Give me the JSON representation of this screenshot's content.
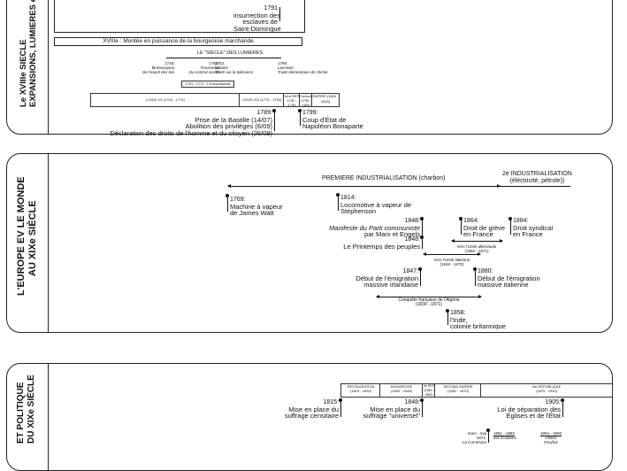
{
  "panel1": {
    "title_line1": "Le XVIIIe SIECLE",
    "title_line2": "EXPANSIONS, LUMIERES eET REV",
    "top_event": {
      "year": "1791",
      "lines": [
        "insurrection des",
        "esclaves de",
        "Saint-Domingue"
      ]
    },
    "bourgeoisie_bar": "XVIIIe : Montée en puissance de la bourgeoisie marchande",
    "lumieres_label": "LE \"SIÈCLE\" DES LUMIÈRES",
    "lumieres_items": [
      {
        "year": "1748:",
        "name": "Montesquieu",
        "work": "De l'esprit des lois"
      },
      {
        "year": "1762:",
        "name": "Rousseau",
        "work": "Du contrat social"
      },
      {
        "year": "1763:",
        "name": "Voltaire",
        "work": "Traité sur la tolérance"
      },
      {
        "year": "1789:",
        "name": "Lavoisier",
        "work": "Traité élémentaire de chimie"
      }
    ],
    "encyclopedie": "1751 - 1772 : L'Encyclopédie",
    "reigns": [
      {
        "label": "LOUIS XV (1715 - 1774)"
      },
      {
        "label": "LOUIS XVI (1774 - 1792)"
      },
      {
        "label": "1ère REP. 1792 - 1799"
      },
      {
        "label": "Consulat 1799 - 1804"
      },
      {
        "label": "EMPIRE (1804 - 1815)"
      }
    ],
    "event_1789": {
      "year": "1789:",
      "lines": [
        "Prise de la Bastille (14/07)",
        "Abolition des privilèges (6/09)",
        "Déclaration des droits de l'homme et du citoyen (26/09)"
      ]
    },
    "event_1799": {
      "year": "1799:",
      "lines": [
        "Coup d'État de",
        "Napoléon Bonaparte"
      ]
    }
  },
  "panel2": {
    "title_line1": "L'EUROPE EV LE MONDE",
    "title_line2": "AU XIXe SIÈCLE",
    "indus1": "PREMIERE INDUSTRIALISATION (charbon)",
    "indus2_line1": "2e INDUSTRIALISATION",
    "indus2_line2": "(éléctricité, pétrole))",
    "events": {
      "e1769": {
        "year": "1769:",
        "lines": [
          "Machine à vapeur",
          "de James Watt"
        ]
      },
      "e1814": {
        "year": "1814:",
        "lines": [
          "Locomotive à vapeur de",
          "Stephenson"
        ]
      },
      "e1848a": {
        "year": "1848:",
        "lines": [
          "Manifeste du Parti communiste",
          "par Marx et Engels"
        ]
      },
      "e1864": {
        "year": "1864:",
        "lines": [
          "Droit de grève",
          "en France"
        ]
      },
      "e1884": {
        "year": "1884:",
        "lines": [
          "Droit syndical",
          "en France"
        ]
      },
      "e1848b": {
        "year": "1848:",
        "lines": [
          "Le Printemps des peuples"
        ]
      },
      "e1847": {
        "year": "1847:",
        "lines": [
          "Début de l'émigration",
          "massive irlandaise"
        ]
      },
      "e1880": {
        "year": "1880:",
        "lines": [
          "Début de l'émigration",
          "massive italienne"
        ]
      },
      "e1858": {
        "year": "1858:",
        "lines": [
          "l'Inde,",
          "colonie britannique"
        ]
      }
    },
    "unite_allemande": [
      "Vers l'Unité allemande",
      "(1866 - 1871)"
    ],
    "unite_italienne": [
      "Vers l'Unité italienne",
      "(1848 - 1870)"
    ],
    "algerie": [
      "Conquête française de l'Algérie",
      "(1830 - 1871)"
    ]
  },
  "panel3": {
    "title_line1": "ET POLITIQUE",
    "title_line2": "DU XIXe SIÈCLE",
    "regimes": [
      {
        "name": "RESTAURATION",
        "dates": "(1815 - 1830)"
      },
      {
        "name": "MONARCHIE",
        "dates": "(1830 - 1848)"
      },
      {
        "name": "IIe RÉP",
        "dates": "(1848 - 1852)"
      },
      {
        "name": "SECOND EMPIRE",
        "dates": "(1852 - 1870)"
      },
      {
        "name": "IIIe RÉPUBLIQUE",
        "dates": "(1870 - 1940)"
      }
    ],
    "e1815": {
      "year": "1815:",
      "lines": [
        "Mise en place du",
        "suffrage censitaire"
      ]
    },
    "e1848": {
      "year": "1848:",
      "lines": [
        "Mise en place du",
        "suffrage \"universel\""
      ]
    },
    "e1905": {
      "year": "1905:",
      "lines": [
        "Loi de séparation des",
        "Eglises et de l'État"
      ]
    },
    "commune": [
      "mars - mai",
      "1871:",
      "La Commune"
    ],
    "lois": [
      "1881 - 1882",
      "lois scolaires"
    ],
    "dreyfus": [
      "1894 - 1906",
      "Affaire",
      "Dreyfus"
    ]
  }
}
